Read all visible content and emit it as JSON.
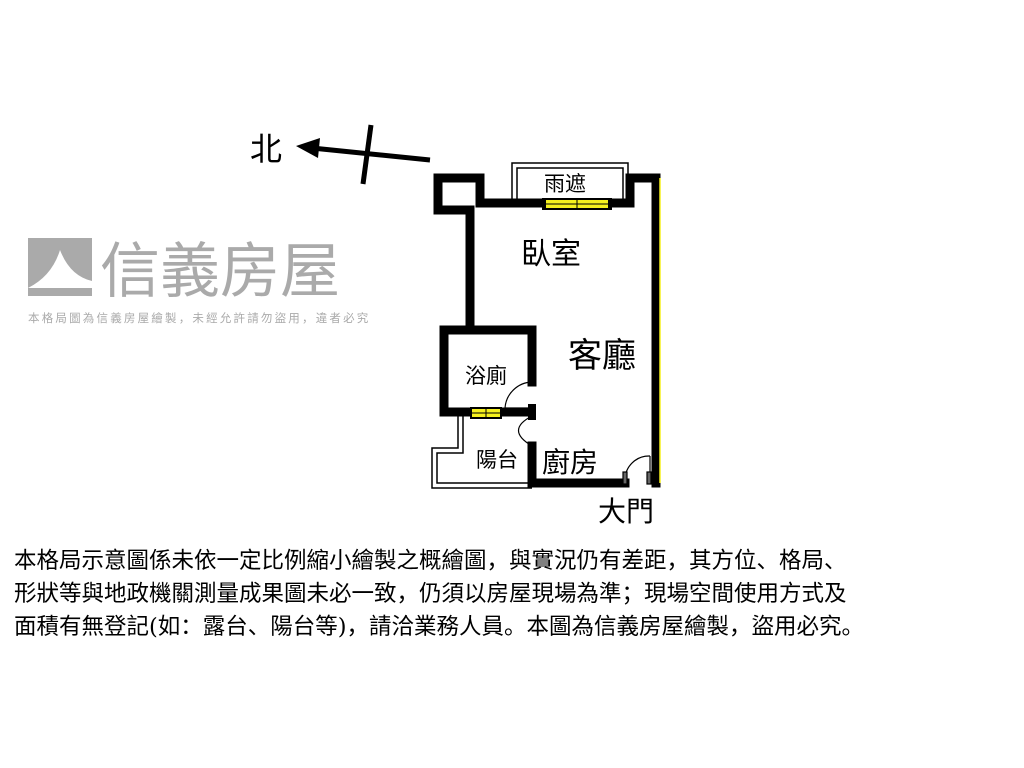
{
  "compass": {
    "north_label": "北"
  },
  "rooms": {
    "canopy": "雨遮",
    "bedroom": "臥室",
    "living_room": "客廳",
    "bathroom": "浴廁",
    "balcony": "陽台",
    "kitchen": "廚房",
    "main_door": "大門"
  },
  "watermark": {
    "brand": "信義房屋",
    "notice": "本格局圖為信義房屋繪製，未經允許請勿盜用，違者必究"
  },
  "colors": {
    "wall": "#000000",
    "window": "#f5f01e",
    "watermark": "#aaaaaa"
  },
  "disclaimer": [
    "本格局示意圖係未依一定比例縮小繪製之概繪圖，與實況仍有差距，其方位、格局、",
    "形狀等與地政機關測量成果圖未必一致，仍須以房屋現場為準；現場空間使用方式及",
    "面積有無登記(如：露台、陽台等)，請洽業務人員。本圖為信義房屋繪製，盜用必究。"
  ]
}
